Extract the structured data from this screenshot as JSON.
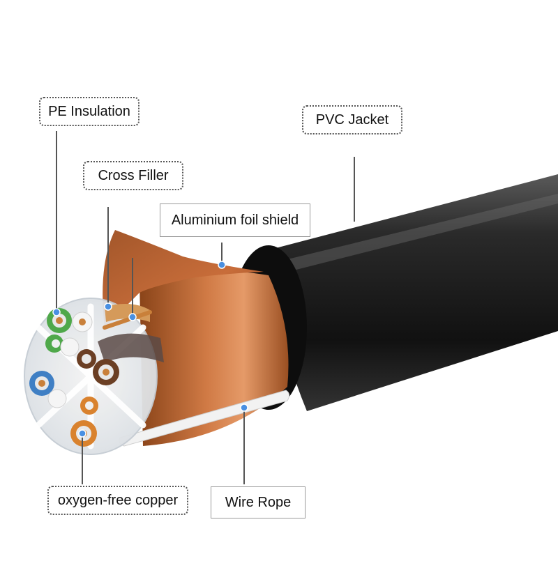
{
  "diagram": {
    "labels": {
      "pe_insulation": "PE Insulation",
      "pvc_jacket": "PVC Jacket",
      "cross_filler": "Cross Filler",
      "aluminium_foil_shield": "Aluminium foil shield",
      "oxygen_free_copper": "oxygen-free copper",
      "wire_rope": "Wire Rope"
    },
    "colors": {
      "pvc_jacket": "#1c1c1c",
      "foil_shield": "#b8622e",
      "pe_insulation_green": "#4fa84a",
      "pe_insulation_blue": "#3f7fc4",
      "pe_insulation_orange": "#d9822e",
      "pe_insulation_brown": "#6b3f24",
      "copper": "#c9803a",
      "wire_rope": "#f0f0f0",
      "marker_dot": "#4a90e2"
    },
    "icons": {
      "cable": "cable-cross-section-illustration"
    }
  }
}
